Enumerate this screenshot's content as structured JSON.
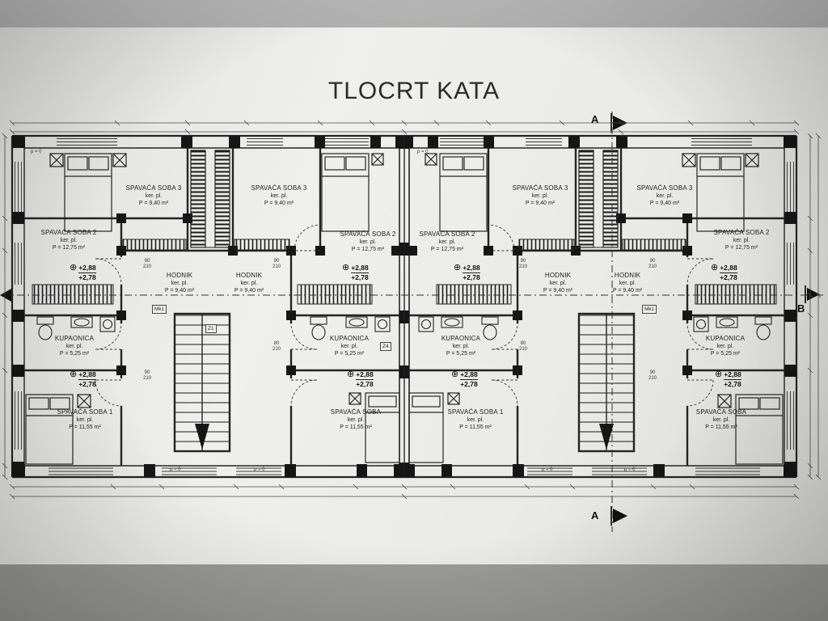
{
  "title": "TLOCRT KATA",
  "rooms": [
    {
      "name": "SPAVAĆA SOBA 3",
      "finish": "ker. pl.",
      "area": "P = 9,40 m²"
    },
    {
      "name": "SPAVAĆA SOBA 3",
      "finish": "ker. pl.",
      "area": "P = 9,40 m²"
    },
    {
      "name": "SPAVAĆA SOBA 3",
      "finish": "ker. pl.",
      "area": "P = 9,40 m²"
    },
    {
      "name": "SPAVAĆA SOBA 3",
      "finish": "ker. pl.",
      "area": "P = 9,40 m²"
    },
    {
      "name": "SPAVAĆA SOBA 2",
      "finish": "ker. pl.",
      "area": "P = 12,75 m²"
    },
    {
      "name": "SPAVAĆA SOBA 2",
      "finish": "ker. pl.",
      "area": "P = 12,75 m²"
    },
    {
      "name": "SPAVAĆA SOBA 2",
      "finish": "ker. pl.",
      "area": "P = 12,75 m²"
    },
    {
      "name": "SPAVAĆA SOBA 2",
      "finish": "ker. pl.",
      "area": "P = 12,75 m²"
    },
    {
      "name": "HODNIK",
      "finish": "ker. pl.",
      "area": "P = 9,40 m²"
    },
    {
      "name": "HODNIK",
      "finish": "ker. pl.",
      "area": "P = 9,40 m²"
    },
    {
      "name": "HODNIK",
      "finish": "ker. pl.",
      "area": "P = 9,40 m²"
    },
    {
      "name": "HODNIK",
      "finish": "ker. pl.",
      "area": "P = 9,40 m²"
    },
    {
      "name": "KUPAONICA",
      "finish": "ker. pl.",
      "area": "P = 5,25 m²"
    },
    {
      "name": "KUPAONICA",
      "finish": "ker. pl.",
      "area": "P = 5,25 m²"
    },
    {
      "name": "KUPAONICA",
      "finish": "ker. pl.",
      "area": "P = 5,25 m²"
    },
    {
      "name": "KUPAONICA",
      "finish": "ker. pl.",
      "area": "P = 5,25 m²"
    },
    {
      "name": "SPAVAĆA SOBA 1",
      "finish": "ker. pl.",
      "area": "P = 11,55 m²"
    },
    {
      "name": "SPAVAĆA SOBA",
      "finish": "ker. pl.",
      "area": "P = 11,55 m²"
    },
    {
      "name": "SPAVAĆA SOBA 1",
      "finish": "ker. pl.",
      "area": "P = 11,55 m²"
    },
    {
      "name": "SPAVAĆA SOBA",
      "finish": "ker. pl.",
      "area": "P = 11,55 m²"
    }
  ],
  "levels": {
    "upper": "+2,88",
    "lower": "+2,78"
  },
  "icons": {
    "level_symbol": "⊕"
  },
  "door_labels": {
    "w90": "90",
    "w80": "80",
    "h210": "210"
  },
  "tags": {
    "mk1": "Mk1",
    "z1": "Z1",
    "z4": "Z4"
  },
  "parapet_label": "p = 0",
  "section_markers": {
    "a": "A",
    "b": "B"
  }
}
